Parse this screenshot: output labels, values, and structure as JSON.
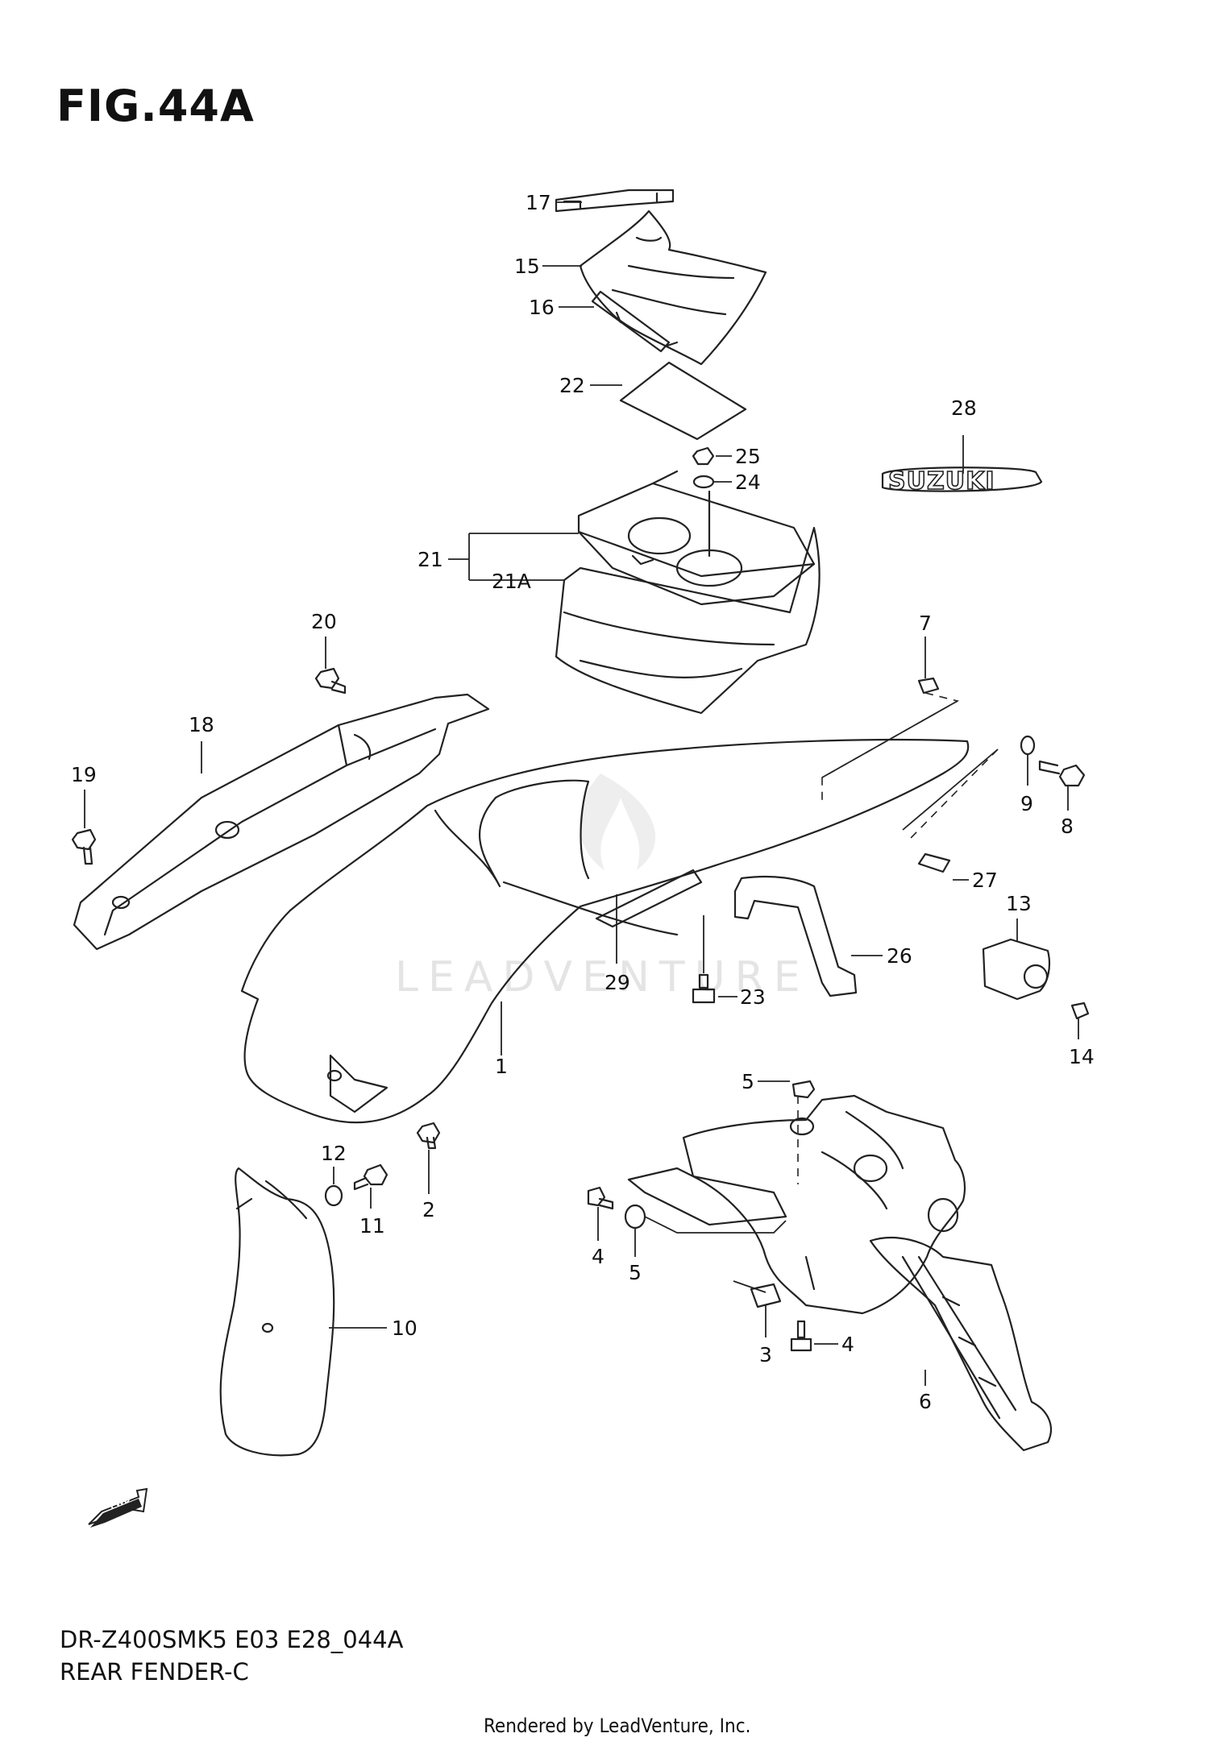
{
  "figure": {
    "title": "FIG.44A",
    "model_code": "DR-Z400SMK5 E03 E28_044A",
    "name": "REAR FENDER-C",
    "credit": "Rendered by LeadVenture, Inc.",
    "watermark": "LEADVENTURE",
    "fwd_label": "FWD",
    "decal_text": "SUZUKI"
  },
  "callouts": {
    "c1": "1",
    "c2": "2",
    "c3": "3",
    "c4a": "4",
    "c4b": "4",
    "c5a": "5",
    "c5b": "5",
    "c6": "6",
    "c7": "7",
    "c8": "8",
    "c9": "9",
    "c10": "10",
    "c11": "11",
    "c12": "12",
    "c13": "13",
    "c14": "14",
    "c15": "15",
    "c16": "16",
    "c17": "17",
    "c18": "18",
    "c19": "19",
    "c20": "20",
    "c21": "21",
    "c21a": "21A",
    "c22": "22",
    "c23": "23",
    "c24": "24",
    "c25": "25",
    "c26": "26",
    "c27": "27",
    "c28": "28",
    "c29": "29"
  }
}
